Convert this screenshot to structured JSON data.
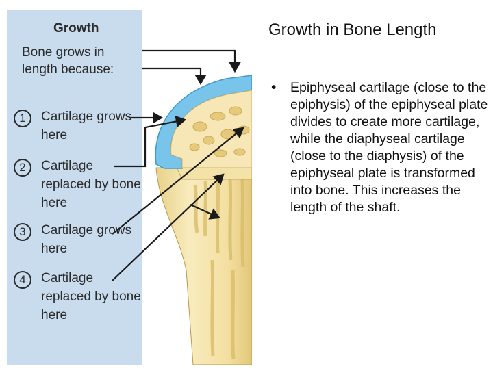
{
  "title": "Growth in Bone Length",
  "bullet": "Epiphyseal cartilage (close to the epiphysis) of the epiphyseal plate divides to create more cartilage, while the diaphyseal cartilage (close to the diaphysis) of the epiphyseal plate is transformed into bone. This increases the length of the shaft.",
  "figure": {
    "legend_title": "Growth",
    "legend_intro": "Bone grows in length because:",
    "steps": [
      {
        "number": "1",
        "label": "Cartilage grows here"
      },
      {
        "number": "2",
        "label": "Cartilage replaced by bone here"
      },
      {
        "number": "3",
        "label": "Cartilage grows here"
      },
      {
        "number": "4",
        "label": "Cartilage replaced by bone here"
      }
    ]
  },
  "colors": {
    "panel_background": "#c9dcee",
    "cartilage_blue": "#78c4ea",
    "bone_yellow": "#f6e6b4",
    "bone_shade": "#e5cf86",
    "text": "#2b2b2b"
  }
}
